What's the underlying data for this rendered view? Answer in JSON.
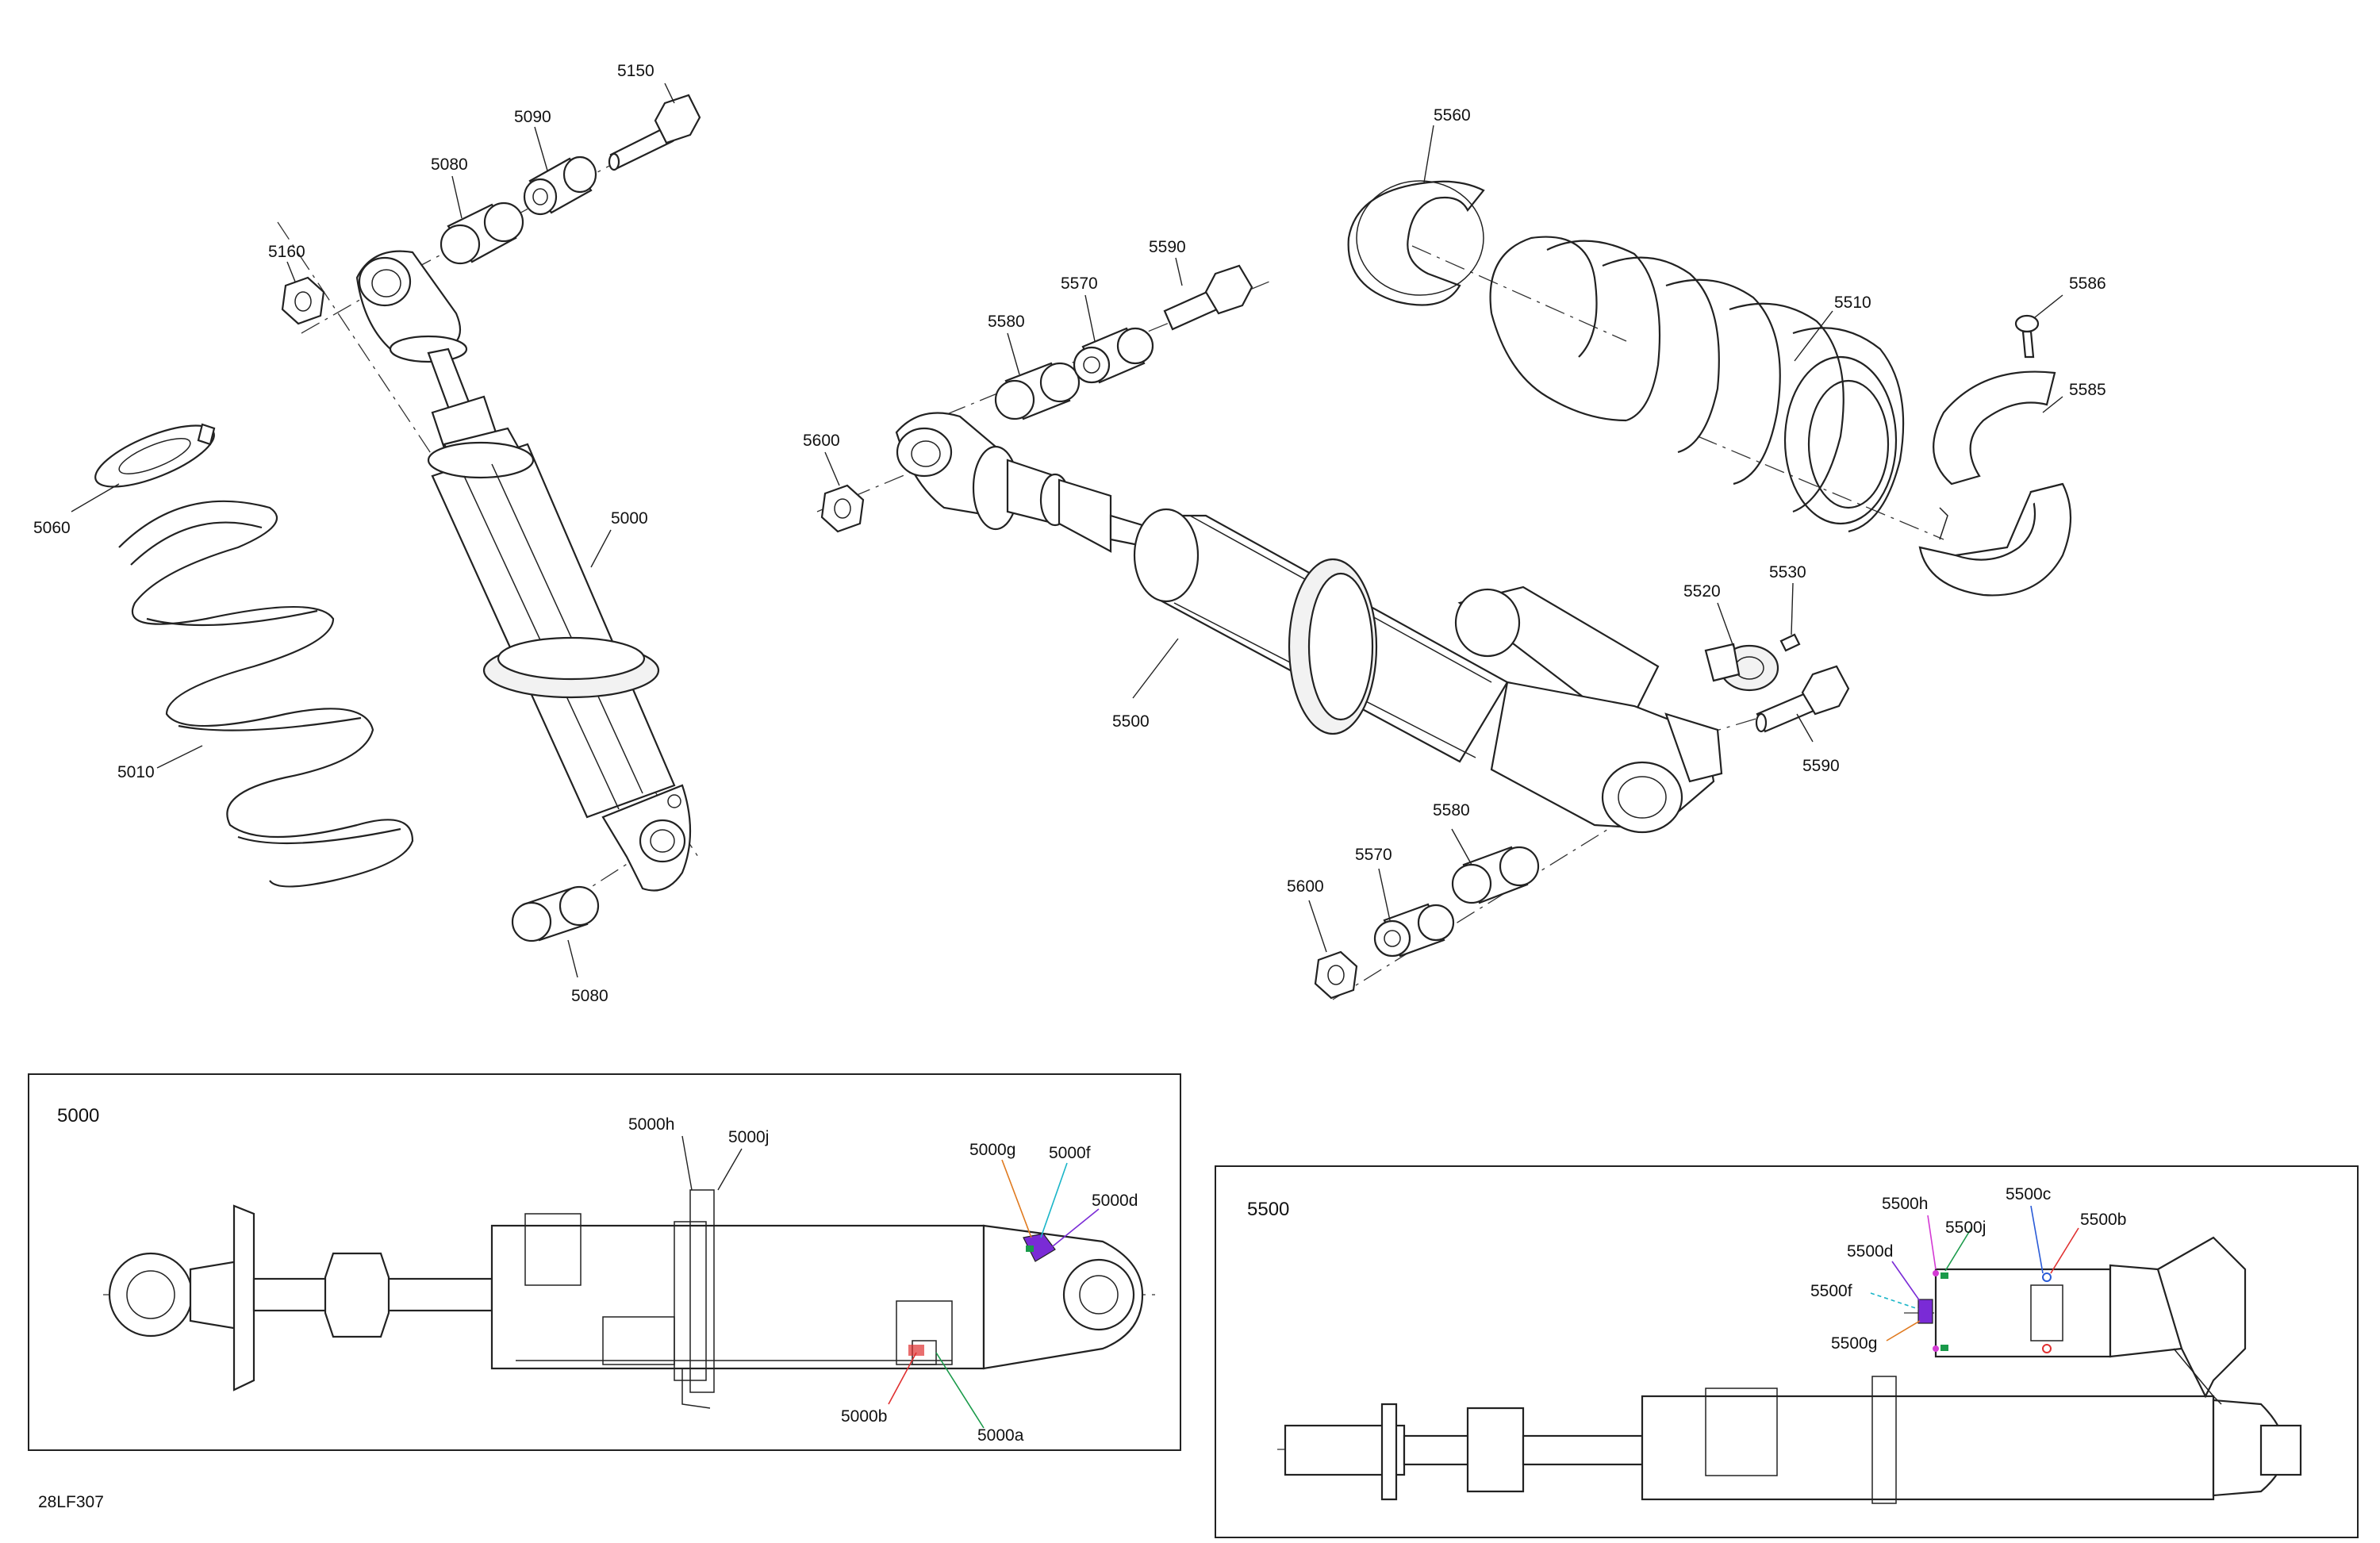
{
  "callouts": {
    "c5150": "5150",
    "c5090": "5090",
    "c5080a": "5080",
    "c5160": "5160",
    "c5060": "5060",
    "c5000": "5000",
    "c5010": "5010",
    "c5080b": "5080",
    "c5560": "5560",
    "c5590a": "5590",
    "c5570a": "5570",
    "c5580a": "5580",
    "c5600a": "5600",
    "c5510": "5510",
    "c5586": "5586",
    "c5585": "5585",
    "c5520": "5520",
    "c5530": "5530",
    "c5500": "5500",
    "c5590b": "5590",
    "c5580b": "5580",
    "c5570b": "5570",
    "c5600b": "5600"
  },
  "detail_5000": {
    "title": "5000",
    "labels": {
      "h": "5000h",
      "j": "5000j",
      "g": "5000g",
      "f": "5000f",
      "d": "5000d",
      "b": "5000b",
      "a": "5000a"
    }
  },
  "detail_5500": {
    "title": "5500",
    "labels": {
      "h": "5500h",
      "j": "5500j",
      "c": "5500c",
      "b": "5500b",
      "d": "5500d",
      "f": "5500f",
      "g": "5500g"
    }
  },
  "figure_code": "28LF307",
  "colors": {
    "line": "#222222",
    "leader_orange": "#e07a1f",
    "leader_cyan": "#19b5c8",
    "leader_purple": "#7a2bd6",
    "leader_red": "#e03030",
    "leader_green": "#1a9a4a",
    "leader_magenta": "#d43ad4",
    "leader_blue": "#2a5bd7",
    "seal_fill": "#7a2bd6"
  }
}
